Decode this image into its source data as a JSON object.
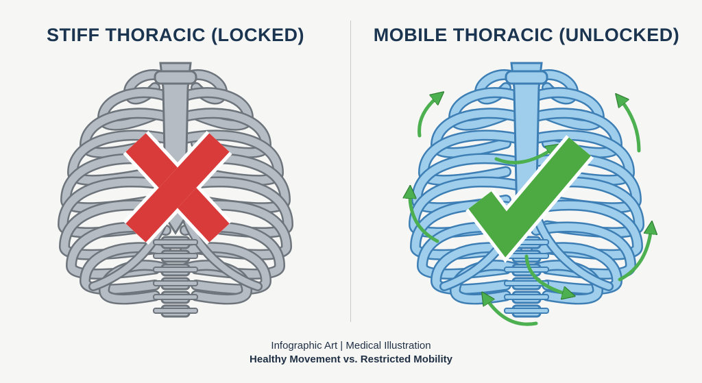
{
  "left": {
    "title": "STIFF THORACIC (LOCKED)",
    "icon": "cross-mark-icon",
    "colors": {
      "bone": "#b6bcc3",
      "stroke": "#6d747b",
      "mark": "#d93a3a"
    }
  },
  "right": {
    "title": "MOBILE THORACIC (UNLOCKED)",
    "icon": "check-mark-icon",
    "colors": {
      "bone": "#9fcdec",
      "stroke": "#3d7fb5",
      "mark": "#4daa43",
      "arrows": "#4caf50"
    }
  },
  "caption": {
    "line1": "Infographic Art | Medical Illustration",
    "line2": "Healthy Movement vs. Restricted Mobility"
  },
  "colors": {
    "title": "#1b3550",
    "background": "#f6f6f4",
    "divider": "#c9c9c9"
  }
}
